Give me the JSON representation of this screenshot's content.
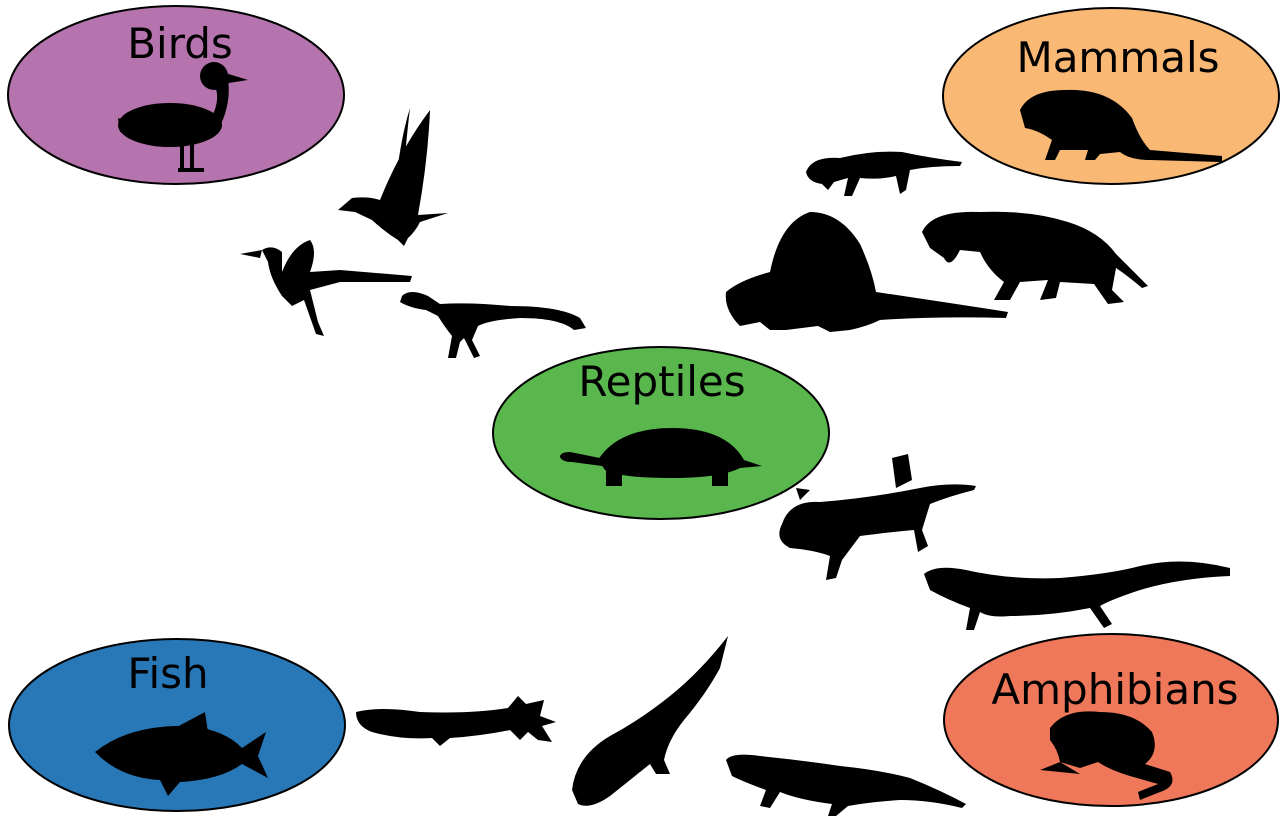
{
  "groups": {
    "birds": {
      "label": "Birds",
      "color": "#b574ad",
      "icon": "duck-icon"
    },
    "mammals": {
      "label": "Mammals",
      "color": "#f9b873",
      "icon": "beaver-icon"
    },
    "reptiles": {
      "label": "Reptiles",
      "color": "#59b74e",
      "icon": "turtle-icon"
    },
    "fish": {
      "label": "Fish",
      "color": "#2878b7",
      "icon": "fish-icon"
    },
    "amphibians": {
      "label": "Amphibians",
      "color": "#f0785a",
      "icon": "frog-icon"
    }
  },
  "transitional_silhouettes": [
    "flying-bird-icon",
    "archaeopteryx-icon",
    "theropod-dinosaur-icon",
    "cynodont-icon",
    "dimetrodon-icon",
    "gorgonopsid-icon",
    "lizard-icon",
    "salamander-icon",
    "ichthyostega-icon",
    "tiktaalik-icon",
    "lobe-finned-fish-icon"
  ]
}
